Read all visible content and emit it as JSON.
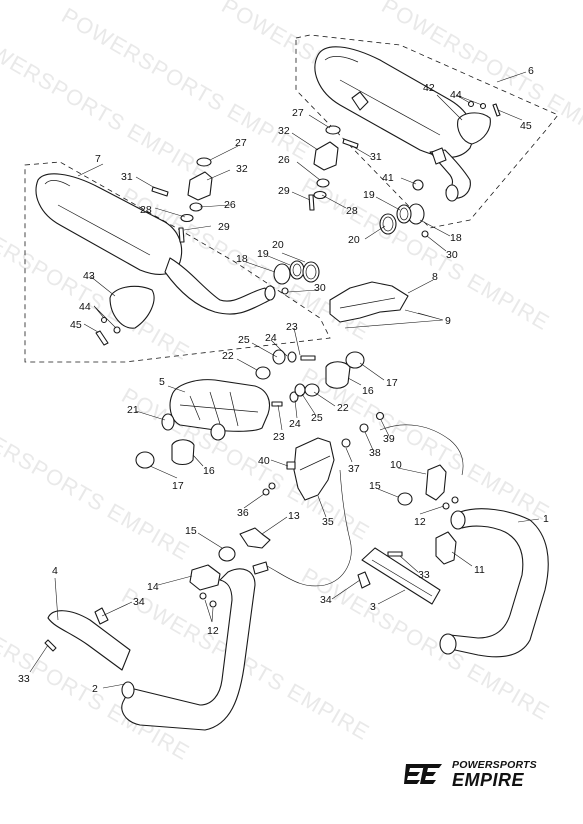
{
  "watermark": "POWERSPORTS EMPIRE",
  "brand": {
    "line1": "POWERSPORTS",
    "line2": "EMPIRE"
  },
  "callouts": [
    {
      "id": "c1",
      "text": "1"
    },
    {
      "id": "c2",
      "text": "2"
    },
    {
      "id": "c3",
      "text": "3"
    },
    {
      "id": "c4",
      "text": "4"
    },
    {
      "id": "c5",
      "text": "5"
    },
    {
      "id": "c6",
      "text": "6"
    },
    {
      "id": "c7",
      "text": "7"
    },
    {
      "id": "c8",
      "text": "8"
    },
    {
      "id": "c9",
      "text": "9"
    },
    {
      "id": "c10",
      "text": "10"
    },
    {
      "id": "c11",
      "text": "11"
    },
    {
      "id": "c12a",
      "text": "12"
    },
    {
      "id": "c12b",
      "text": "12"
    },
    {
      "id": "c13",
      "text": "13"
    },
    {
      "id": "c14",
      "text": "14"
    },
    {
      "id": "c15a",
      "text": "15"
    },
    {
      "id": "c15b",
      "text": "15"
    },
    {
      "id": "c16a",
      "text": "16"
    },
    {
      "id": "c16b",
      "text": "16"
    },
    {
      "id": "c17a",
      "text": "17"
    },
    {
      "id": "c17b",
      "text": "17"
    },
    {
      "id": "c18a",
      "text": "18"
    },
    {
      "id": "c18b",
      "text": "18"
    },
    {
      "id": "c19a",
      "text": "19"
    },
    {
      "id": "c19b",
      "text": "19"
    },
    {
      "id": "c20a",
      "text": "20"
    },
    {
      "id": "c20b",
      "text": "20"
    },
    {
      "id": "c21",
      "text": "21"
    },
    {
      "id": "c22a",
      "text": "22"
    },
    {
      "id": "c22b",
      "text": "22"
    },
    {
      "id": "c23a",
      "text": "23"
    },
    {
      "id": "c23b",
      "text": "23"
    },
    {
      "id": "c24a",
      "text": "24"
    },
    {
      "id": "c24b",
      "text": "24"
    },
    {
      "id": "c25a",
      "text": "25"
    },
    {
      "id": "c25b",
      "text": "25"
    },
    {
      "id": "c26a",
      "text": "26"
    },
    {
      "id": "c26b",
      "text": "26"
    },
    {
      "id": "c27a",
      "text": "27"
    },
    {
      "id": "c27b",
      "text": "27"
    },
    {
      "id": "c28a",
      "text": "28"
    },
    {
      "id": "c28b",
      "text": "28"
    },
    {
      "id": "c29a",
      "text": "29"
    },
    {
      "id": "c29b",
      "text": "29"
    },
    {
      "id": "c30a",
      "text": "30"
    },
    {
      "id": "c30b",
      "text": "30"
    },
    {
      "id": "c31a",
      "text": "31"
    },
    {
      "id": "c31b",
      "text": "31"
    },
    {
      "id": "c32a",
      "text": "32"
    },
    {
      "id": "c32b",
      "text": "32"
    },
    {
      "id": "c33a",
      "text": "33"
    },
    {
      "id": "c33b",
      "text": "33"
    },
    {
      "id": "c34a",
      "text": "34"
    },
    {
      "id": "c34b",
      "text": "34"
    },
    {
      "id": "c35",
      "text": "35"
    },
    {
      "id": "c36",
      "text": "36"
    },
    {
      "id": "c37",
      "text": "37"
    },
    {
      "id": "c38",
      "text": "38"
    },
    {
      "id": "c39",
      "text": "39"
    },
    {
      "id": "c40",
      "text": "40"
    },
    {
      "id": "c41",
      "text": "41"
    },
    {
      "id": "c42",
      "text": "42"
    },
    {
      "id": "c43",
      "text": "43"
    },
    {
      "id": "c44a",
      "text": "44"
    },
    {
      "id": "c44b",
      "text": "44"
    },
    {
      "id": "c45a",
      "text": "45"
    },
    {
      "id": "c45b",
      "text": "45"
    }
  ]
}
